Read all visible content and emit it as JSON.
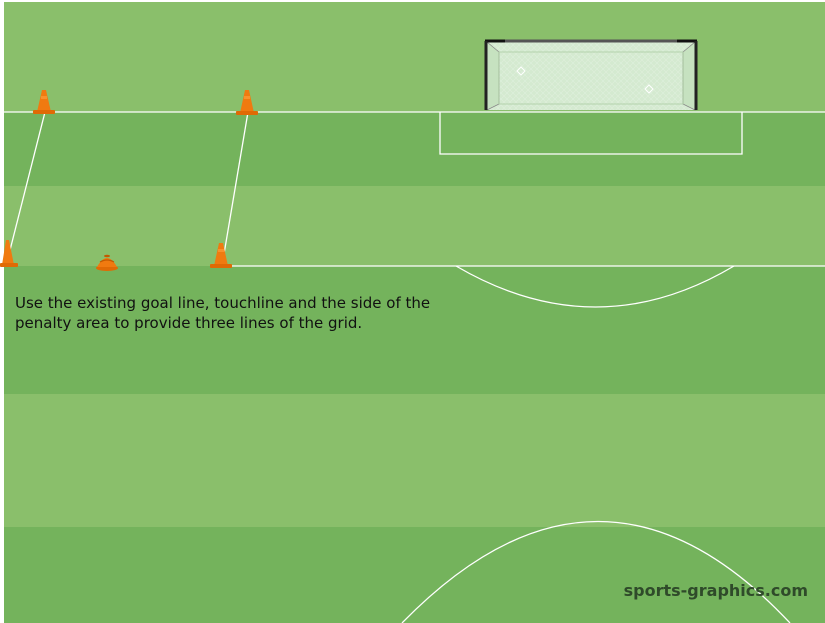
{
  "diagram": {
    "caption": "Use the existing goal line, touchline and the side of the penalty area to provide three lines of the grid.",
    "watermark": "sports-graphics.com",
    "colors": {
      "grass_dark": "#74b35c",
      "grass_light": "#8abf6b",
      "line": "#ffffff",
      "cone": "#f07a10",
      "goal_frame": "#333333",
      "goal_net": "#d4ead0"
    },
    "objects": {
      "cones": 4,
      "marker_discs": 1,
      "goals": 1
    }
  }
}
